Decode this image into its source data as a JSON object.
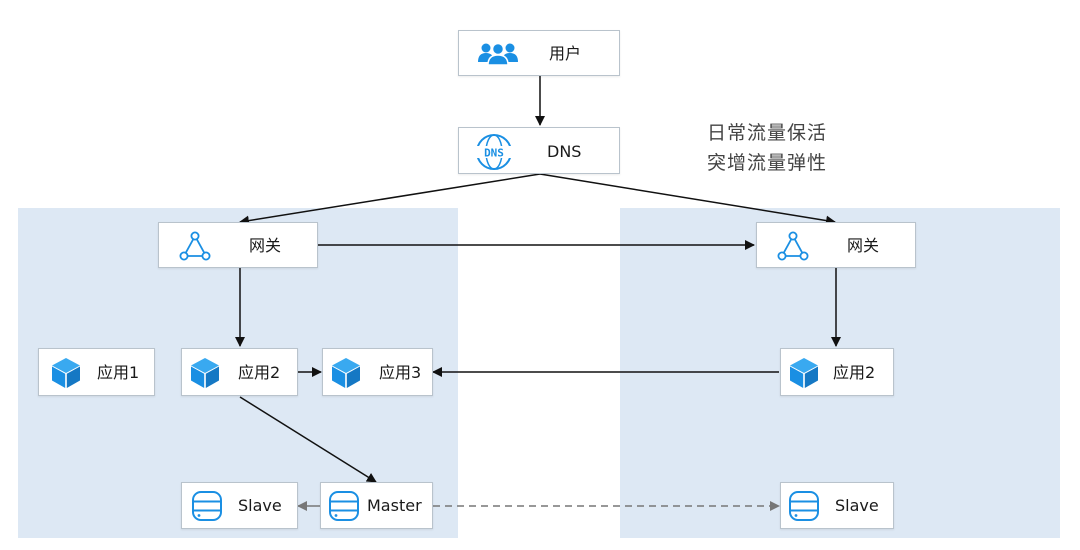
{
  "colors": {
    "region_fill": "#dde8f4",
    "icon_blue": "#1a8fe3",
    "arrow": "#111111",
    "dashed_arrow": "#777777"
  },
  "note": {
    "line1": "日常流量保活",
    "line2": "突增流量弹性"
  },
  "nodes": {
    "user": {
      "label": "用户",
      "icon": "users-icon"
    },
    "dns": {
      "label": "DNS",
      "icon": "dns-globe-icon"
    },
    "gateway_left": {
      "label": "网关",
      "icon": "gateway-triangle-icon"
    },
    "gateway_right": {
      "label": "网关",
      "icon": "gateway-triangle-icon"
    },
    "app1": {
      "label": "应用1",
      "icon": "cube-icon"
    },
    "app2_left": {
      "label": "应用2",
      "icon": "cube-icon"
    },
    "app3": {
      "label": "应用3",
      "icon": "cube-icon"
    },
    "app2_right": {
      "label": "应用2",
      "icon": "cube-icon"
    },
    "slave_left": {
      "label": "Slave",
      "icon": "database-icon"
    },
    "master": {
      "label": "Master",
      "icon": "database-icon"
    },
    "slave_right": {
      "label": "Slave",
      "icon": "database-icon"
    }
  }
}
